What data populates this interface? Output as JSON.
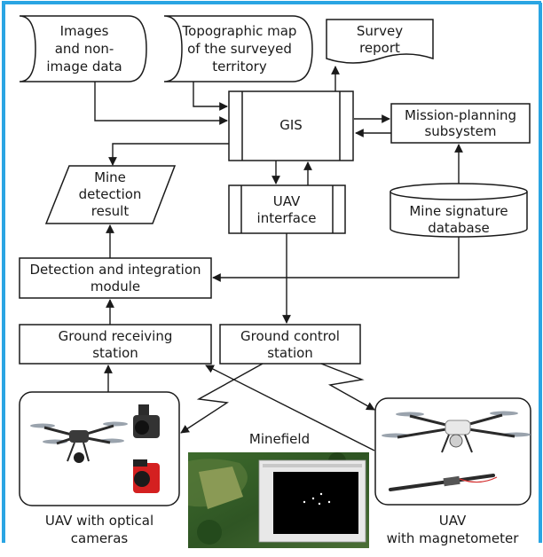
{
  "diagram": {
    "frame_color": "#2aa5e3",
    "nodes": {
      "images_data": [
        "Images",
        "and non-",
        "image data"
      ],
      "topo_map": [
        "Topographic map",
        "of the surveyed",
        "territory"
      ],
      "survey_report": [
        "Survey",
        "report"
      ],
      "gis": "GIS",
      "mission_planning": [
        "Mission-planning",
        "subsystem"
      ],
      "mine_detection_result": [
        "Mine",
        "detection",
        "result"
      ],
      "uav_interface": [
        "UAV",
        "interface"
      ],
      "mine_signature_db": [
        "Mine signature",
        "database"
      ],
      "detection_integration": [
        "Detection and integration",
        "module"
      ],
      "ground_receiving": [
        "Ground receiving",
        "station"
      ],
      "ground_control": [
        "Ground control",
        "station"
      ],
      "minefield": "Minefield",
      "uav_optical": [
        "UAV with optical",
        "cameras"
      ],
      "uav_magnetometer": [
        "UAV",
        "with magnetometer"
      ]
    }
  }
}
